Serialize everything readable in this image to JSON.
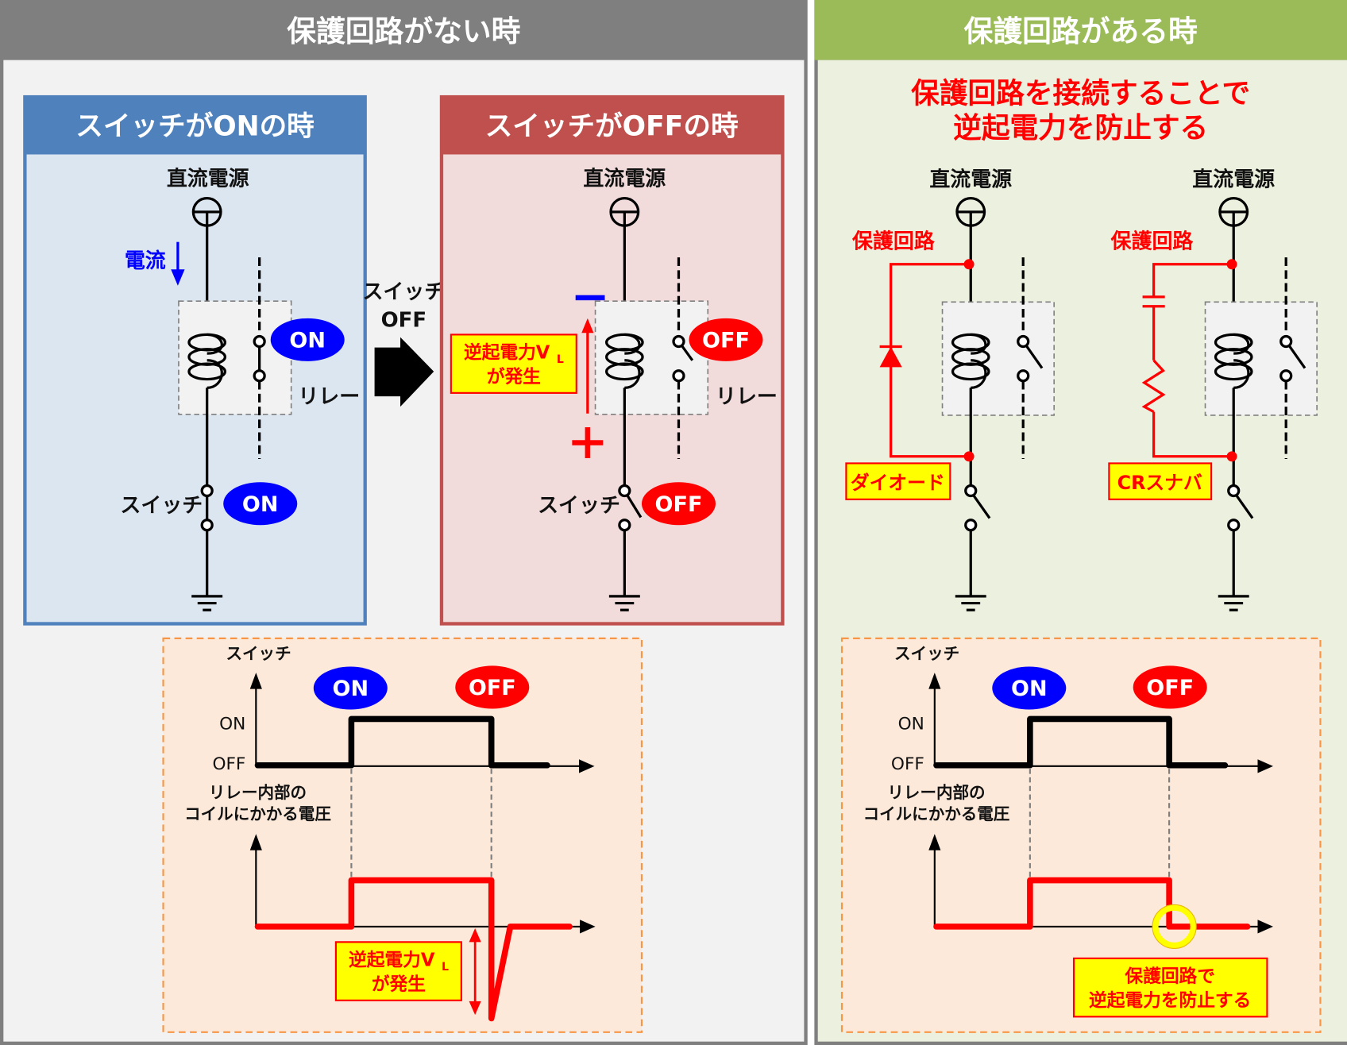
{
  "colors": {
    "left_header": "#7f7f7f",
    "right_header": "#9bbb59",
    "on_box_header": "#4f81bd",
    "off_box_header": "#c0504d",
    "on_pill": "#0000ff",
    "off_pill": "#ff0000",
    "highlight": "#ffff00",
    "chart_bg": "#fde9d9",
    "chart_border": "#f79646"
  },
  "left_panel": {
    "title": "保護回路がない時",
    "on_box": {
      "title": "スイッチがONの時",
      "power_label": "直流電源",
      "current_label": "電流",
      "relay_state": "ON",
      "relay_label": "リレー",
      "switch_label": "スイッチ",
      "switch_state": "ON"
    },
    "transition": {
      "line1": "スイッチ",
      "line2": "OFF"
    },
    "off_box": {
      "title": "スイッチがOFFの時",
      "power_label": "直流電源",
      "minus_sign": "−",
      "plus_sign": "+",
      "callout_line1": "逆起電力V",
      "callout_sub": "L",
      "callout_line2": "が発生",
      "relay_state": "OFF",
      "relay_label": "リレー",
      "switch_label": "スイッチ",
      "switch_state": "OFF"
    },
    "timing": {
      "switch_axis_label": "スイッチ",
      "on_pill": "ON",
      "off_pill": "OFF",
      "level_on": "ON",
      "level_off": "OFF",
      "coil_axis_line1": "リレー内部の",
      "coil_axis_line2": "コイルにかかる電圧",
      "callout_line1": "逆起電力V",
      "callout_sub": "L",
      "callout_line2": "が発生"
    }
  },
  "right_panel": {
    "title": "保護回路がある時",
    "headline_line1": "保護回路を接続することで",
    "headline_line2": "逆起電力を防止する",
    "diode_circuit": {
      "power_label": "直流電源",
      "protect_label": "保護回路",
      "component_label": "ダイオード"
    },
    "snubber_circuit": {
      "power_label": "直流電源",
      "protect_label": "保護回路",
      "component_label": "CRスナバ"
    },
    "timing": {
      "switch_axis_label": "スイッチ",
      "on_pill": "ON",
      "off_pill": "OFF",
      "level_on": "ON",
      "level_off": "OFF",
      "coil_axis_line1": "リレー内部の",
      "coil_axis_line2": "コイルにかかる電圧",
      "callout_line1": "保護回路で",
      "callout_line2": "逆起電力を防止する"
    }
  }
}
